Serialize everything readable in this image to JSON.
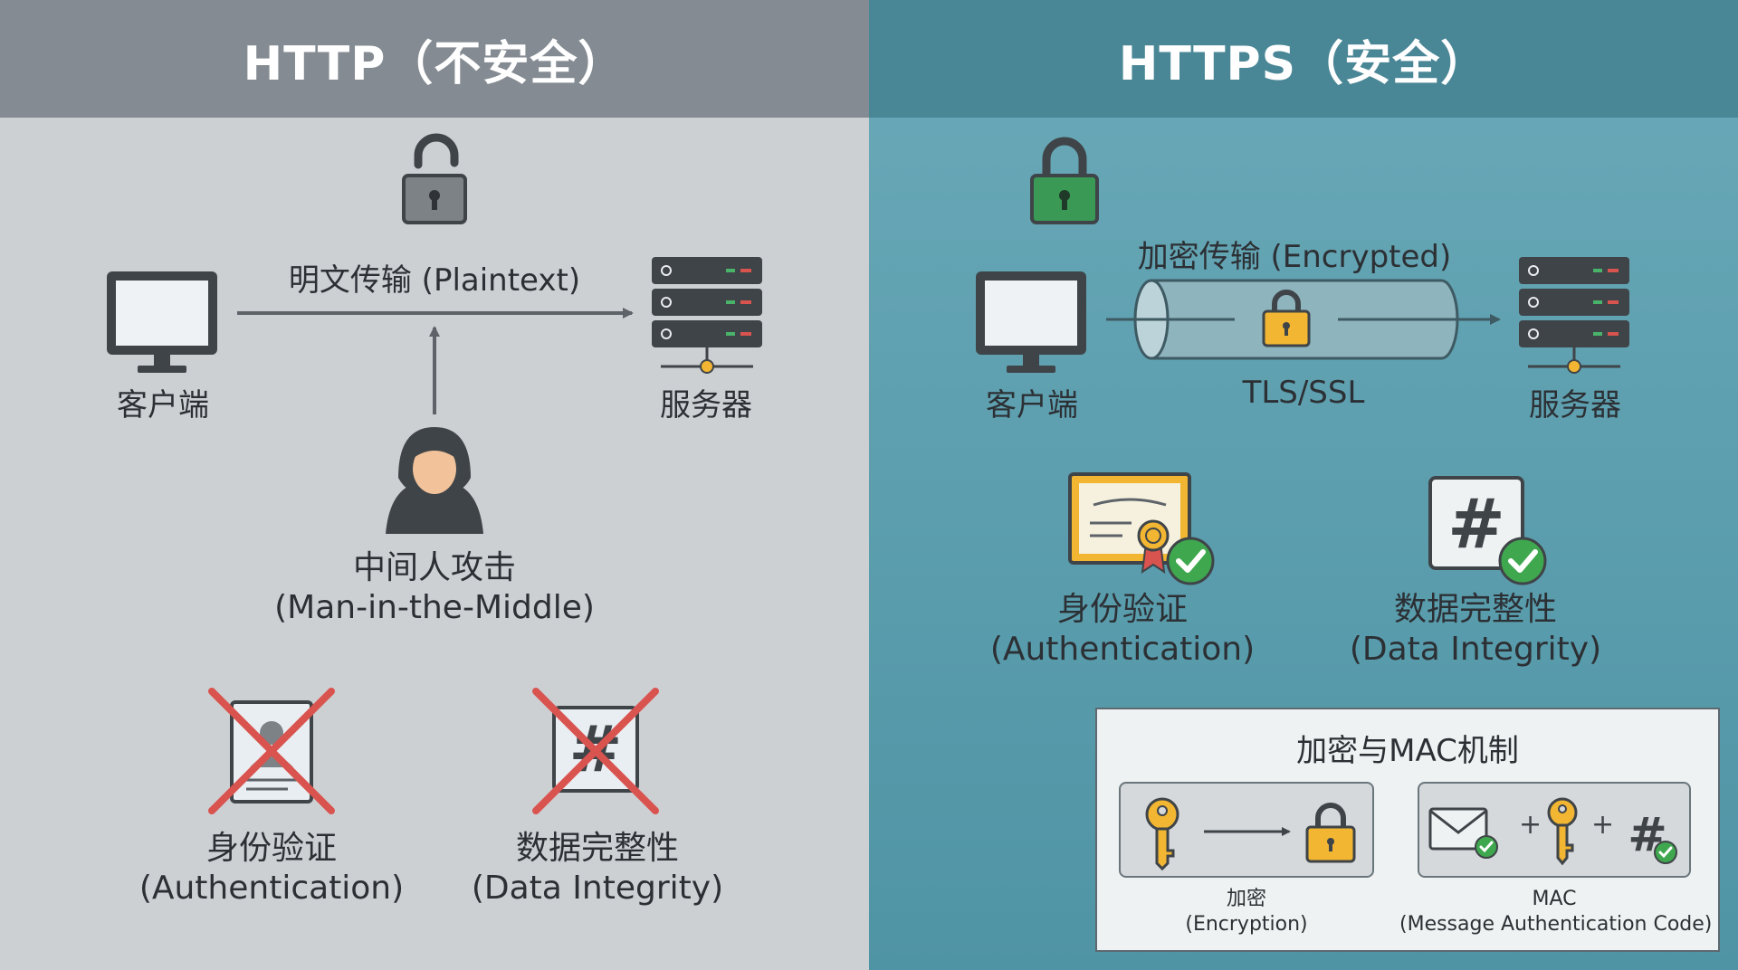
{
  "left": {
    "title": "HTTP（不安全）",
    "transfer_label": "明文传输 (Plaintext)",
    "client_label": "客户端",
    "server_label": "服务器",
    "attacker_label_cn": "中间人攻击",
    "attacker_label_en": "(Man-in-the-Middle)",
    "auth_cn": "身份验证",
    "auth_en": "(Authentication)",
    "integrity_cn": "数据完整性",
    "integrity_en": "(Data Integrity)"
  },
  "right": {
    "title": "HTTPS（安全）",
    "transfer_label": "加密传输 (Encrypted)",
    "tunnel_label": "TLS/SSL",
    "client_label": "客户端",
    "server_label": "服务器",
    "auth_cn": "身份验证",
    "auth_en": "(Authentication)",
    "integrity_cn": "数据完整性",
    "integrity_en": "(Data Integrity)",
    "mechanism": {
      "title": "加密与MAC机制",
      "encryption_cn": "加密",
      "encryption_en": "(Encryption)",
      "mac_cn": "MAC",
      "mac_en": "(Message Authentication Code)",
      "plus": "+"
    }
  },
  "colors": {
    "left_bg": "#cdd0d3",
    "left_banner": "#848b92",
    "right_bg": "#5f9fae",
    "right_banner": "#4a8796",
    "lock_gray": "#7d8286",
    "lock_green": "#3a9a55",
    "lock_gold": "#f2b632",
    "cross_red": "#d9534f",
    "check_green": "#3fa74e"
  },
  "icons": [
    "open-padlock-icon",
    "monitor-icon",
    "server-icon",
    "hooded-attacker-icon",
    "id-card-icon",
    "hash-icon",
    "green-padlock-icon",
    "gold-padlock-icon",
    "certificate-icon",
    "check-icon",
    "key-icon",
    "envelope-icon"
  ]
}
